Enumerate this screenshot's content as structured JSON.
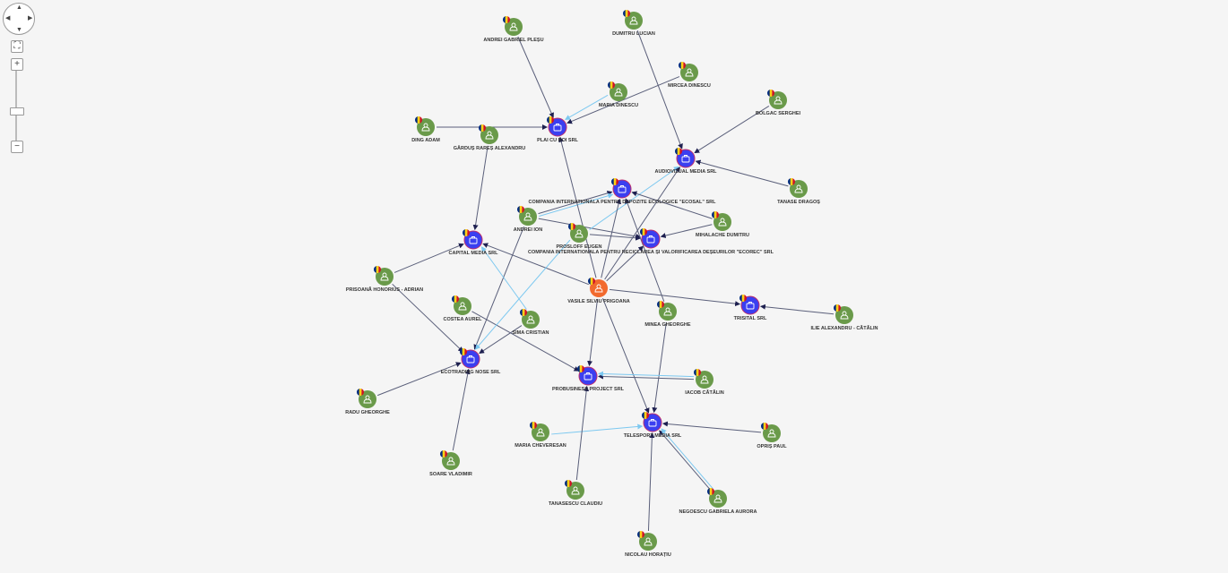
{
  "controls": {
    "pan_up": "▲",
    "pan_down": "▼",
    "pan_left": "◀",
    "pan_right": "▶",
    "fit": "⛶",
    "zoom_in": "+",
    "zoom_out": "−"
  },
  "colors": {
    "person": "#6a9a4a",
    "company": "#3b3ff0",
    "focus": "#f26a2e",
    "edge": "#5a5f7a",
    "edge_light": "#7cc8f0",
    "background": "#f5f5f5"
  },
  "nodes": [
    {
      "label": "ANDREI GABRIEL PLEȘU",
      "type": "person"
    },
    {
      "label": "DUMITRU LUCIAN",
      "type": "person"
    },
    {
      "label": "MIRCEA DINESCU",
      "type": "person"
    },
    {
      "label": "MARIA DINESCU",
      "type": "person"
    },
    {
      "label": "DING ADAM",
      "type": "person"
    },
    {
      "label": "GÂRDUȘ RAREȘ ALEXANDRU",
      "type": "person"
    },
    {
      "label": "BOLGAC SERGHEI",
      "type": "person"
    },
    {
      "label": "TANASE DRAGOȘ",
      "type": "person"
    },
    {
      "label": "ANDREI ION",
      "type": "person"
    },
    {
      "label": "PROSLOFF EUGEN",
      "type": "person"
    },
    {
      "label": "MIHALACHE DUMITRU",
      "type": "person"
    },
    {
      "label": "PRISOANĂ HONORIUS - ADRIAN",
      "type": "person"
    },
    {
      "label": "COSTEA AUREL",
      "type": "person"
    },
    {
      "label": "SIMA CRISTIAN",
      "type": "person"
    },
    {
      "label": "VASILE SILVIU PRIGOANA",
      "type": "focus"
    },
    {
      "label": "MINEA GHEORGHE",
      "type": "person"
    },
    {
      "label": "ILIE ALEXANDRU - CĂTĂLIN",
      "type": "person"
    },
    {
      "label": "RADU GHEORGHE",
      "type": "person"
    },
    {
      "label": "IACOB CĂTĂLIN",
      "type": "person"
    },
    {
      "label": "MARIA CHEVERESAN",
      "type": "person"
    },
    {
      "label": "OPRIȘ PAUL",
      "type": "person"
    },
    {
      "label": "SOARE VLADIMIR",
      "type": "person"
    },
    {
      "label": "TANASESCU CLAUDIU",
      "type": "person"
    },
    {
      "label": "NEGOESCU GABRIELA AURORA",
      "type": "person"
    },
    {
      "label": "NICOLAU HORAȚIU",
      "type": "person"
    },
    {
      "label": "PLAI CU BOI SRL",
      "type": "company"
    },
    {
      "label": "AUDIOVIZUAL MEDIA SRL",
      "type": "company"
    },
    {
      "label": "COMPANIA INTERNATIONALA PENTRU DEPOZITE ECOLOGICE \"ECOSAL\" SRL",
      "type": "company"
    },
    {
      "label": "COMPANIA INTERNATIONALA PENTRU RECICLAREA ȘI VALORIFICAREA DEȘEURILOR \"ECOREC\" SRL",
      "type": "company"
    },
    {
      "label": "CAPITAL MEDIA SRL",
      "type": "company"
    },
    {
      "label": "TRISITAL SRL",
      "type": "company"
    },
    {
      "label": "ECOTRADING NOSE SRL",
      "type": "company"
    },
    {
      "label": "PROBUSINESS PROJECT SRL",
      "type": "company"
    },
    {
      "label": "TELESPORT MEDIA SRL",
      "type": "company"
    }
  ],
  "edges": [
    {
      "from": 0,
      "to": 25,
      "kind": "dark"
    },
    {
      "from": 1,
      "to": 26,
      "kind": "dark"
    },
    {
      "from": 2,
      "to": 25,
      "kind": "dark"
    },
    {
      "from": 3,
      "to": 25,
      "kind": "light"
    },
    {
      "from": 4,
      "to": 25,
      "kind": "dark"
    },
    {
      "from": 5,
      "to": 29,
      "kind": "dark"
    },
    {
      "from": 6,
      "to": 26,
      "kind": "dark"
    },
    {
      "from": 7,
      "to": 26,
      "kind": "dark"
    },
    {
      "from": 8,
      "to": 27,
      "kind": "dark"
    },
    {
      "from": 8,
      "to": 28,
      "kind": "dark"
    },
    {
      "from": 8,
      "to": 31,
      "kind": "dark"
    },
    {
      "from": 8,
      "to": 27,
      "kind": "light"
    },
    {
      "from": 9,
      "to": 28,
      "kind": "dark"
    },
    {
      "from": 9,
      "to": 26,
      "kind": "light"
    },
    {
      "from": 10,
      "to": 27,
      "kind": "dark"
    },
    {
      "from": 10,
      "to": 28,
      "kind": "dark"
    },
    {
      "from": 11,
      "to": 29,
      "kind": "dark"
    },
    {
      "from": 11,
      "to": 31,
      "kind": "dark"
    },
    {
      "from": 12,
      "to": 32,
      "kind": "dark"
    },
    {
      "from": 13,
      "to": 31,
      "kind": "dark"
    },
    {
      "from": 13,
      "to": 29,
      "kind": "light"
    },
    {
      "from": 14,
      "to": 25,
      "kind": "dark"
    },
    {
      "from": 14,
      "to": 29,
      "kind": "dark"
    },
    {
      "from": 14,
      "to": 27,
      "kind": "dark"
    },
    {
      "from": 14,
      "to": 28,
      "kind": "dark"
    },
    {
      "from": 14,
      "to": 30,
      "kind": "dark"
    },
    {
      "from": 14,
      "to": 32,
      "kind": "dark"
    },
    {
      "from": 14,
      "to": 33,
      "kind": "dark"
    },
    {
      "from": 14,
      "to": 26,
      "kind": "dark"
    },
    {
      "from": 15,
      "to": 33,
      "kind": "dark"
    },
    {
      "from": 15,
      "to": 27,
      "kind": "dark"
    },
    {
      "from": 16,
      "to": 30,
      "kind": "dark"
    },
    {
      "from": 17,
      "to": 31,
      "kind": "dark"
    },
    {
      "from": 18,
      "to": 32,
      "kind": "dark"
    },
    {
      "from": 18,
      "to": 32,
      "kind": "light"
    },
    {
      "from": 19,
      "to": 33,
      "kind": "light"
    },
    {
      "from": 20,
      "to": 33,
      "kind": "dark"
    },
    {
      "from": 21,
      "to": 31,
      "kind": "dark"
    },
    {
      "from": 22,
      "to": 32,
      "kind": "dark"
    },
    {
      "from": 23,
      "to": 33,
      "kind": "dark"
    },
    {
      "from": 23,
      "to": 33,
      "kind": "light"
    },
    {
      "from": 24,
      "to": 33,
      "kind": "dark"
    },
    {
      "from": 9,
      "to": 31,
      "kind": "light"
    }
  ]
}
